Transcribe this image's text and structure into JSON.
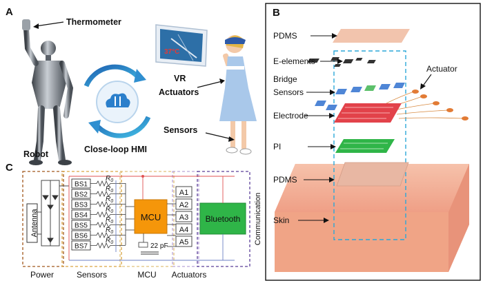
{
  "panel_a": {
    "letter": "A",
    "thermometer": "Thermometer",
    "vr": "VR",
    "temp": "37°C",
    "actuators": "Actuators",
    "robot": "Robot",
    "sensors": "Sensors",
    "loop": "Close-loop HMI"
  },
  "panel_b": {
    "letter": "B",
    "pdms_top": "PDMS",
    "e_elements": "E-elements",
    "bridge": "Bridge",
    "sensors": "Sensors",
    "electrode": "Electrode",
    "actuator": "Actuator",
    "pi": "PI",
    "pdms_bottom": "PDMS",
    "skin": "Skin"
  },
  "panel_c": {
    "letter": "C",
    "antenna": "Antenna",
    "bs": [
      "BS1",
      "BS2",
      "BS3",
      "BS4",
      "BS5",
      "BS6",
      "BS7"
    ],
    "r": "R",
    "r_sub": "0",
    "mcu": "MCU",
    "cap": "22 pF",
    "a": [
      "A1",
      "A2",
      "A3",
      "A4",
      "A5"
    ],
    "bluetooth": "Bluetooth",
    "communication": "Communication",
    "groups": {
      "power": "Power",
      "sensors": "Sensors",
      "mcu": "MCU",
      "actuators": "Actuators"
    }
  },
  "colors": {
    "mcu": "#f5960a",
    "bluetooth": "#2fb548",
    "power_box": "#a0561a",
    "sensor_box": "#d9a441",
    "actuator_box": "#b9a4d8",
    "comm_box": "#5a3f99",
    "skin": "#f4b59d",
    "pdms": "#f2c4ad",
    "electrode": "#e2424a",
    "pi": "#2fb548",
    "sensor_pad": "#4f86d6",
    "dash_blue": "#2aa7d8"
  }
}
